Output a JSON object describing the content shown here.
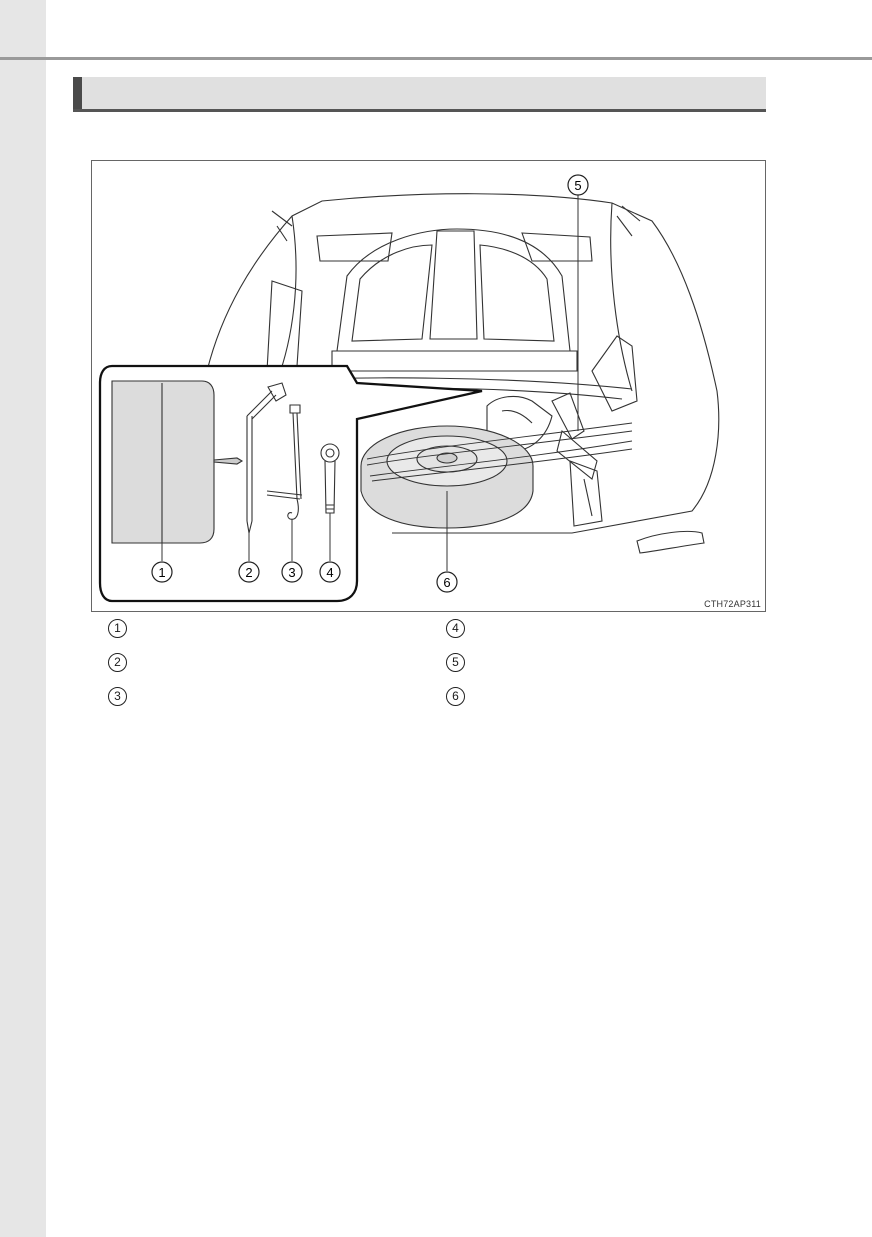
{
  "page": {
    "section_heading": ""
  },
  "figure": {
    "code": "CTH72AP311",
    "callouts": [
      "1",
      "2",
      "3",
      "4",
      "5",
      "6"
    ]
  },
  "legend": [
    {
      "num": "1",
      "label": ""
    },
    {
      "num": "4",
      "label": ""
    },
    {
      "num": "2",
      "label": ""
    },
    {
      "num": "5",
      "label": ""
    },
    {
      "num": "3",
      "label": ""
    },
    {
      "num": "6",
      "label": ""
    }
  ],
  "colors": {
    "margin": "#e6e6e6",
    "rule": "#9a9a9a",
    "heading_bg": "#e0e0e0",
    "heading_accent": "#4a4a4a",
    "tire_fill": "#dcdcdc"
  }
}
